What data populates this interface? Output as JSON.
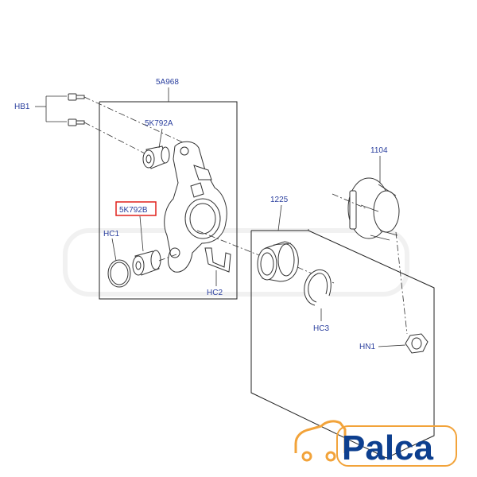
{
  "labels": {
    "hb1": "HB1",
    "p5a968": "5A968",
    "p5k792a": "5K792A",
    "p5k792b": "5K792B",
    "hc1": "HC1",
    "hc2": "HC2",
    "p1225": "1225",
    "p1104": "1104",
    "hc3": "HC3",
    "hn1": "HN1"
  },
  "highlight": {
    "part": "5K792B",
    "color": "#e0201b"
  },
  "brand": {
    "name": "Palca",
    "text_color": "#0d3f8f",
    "accent_color": "#f2a33a"
  },
  "label_color": "#2a3f9e"
}
